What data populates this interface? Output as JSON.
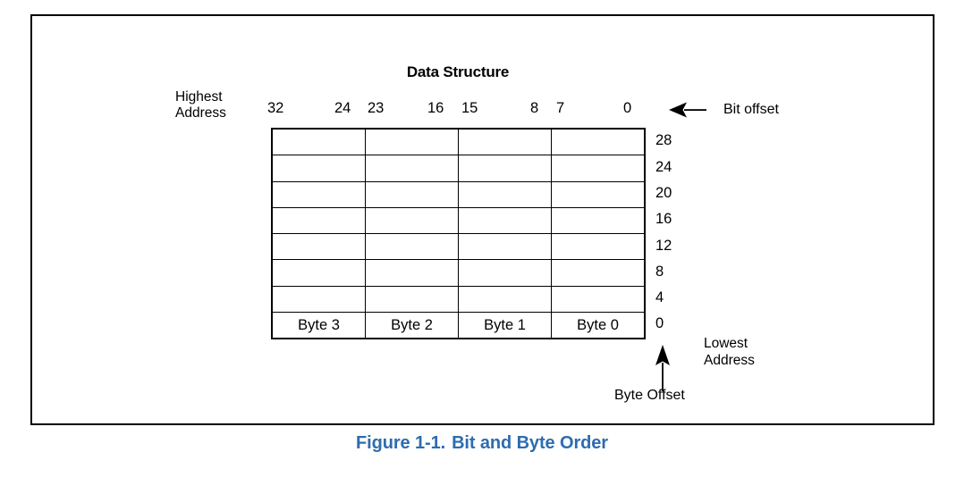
{
  "figure": {
    "title": "Data Structure",
    "caption_number": "Figure 1-1.",
    "caption_text": "Bit and Byte Order",
    "caption_color": "#2D6CB0"
  },
  "labels": {
    "highest_address_line1": "Highest",
    "highest_address_line2": "Address",
    "lowest_address_line1": "Lowest",
    "lowest_address_line2": "Address",
    "bit_offset": "Bit offset",
    "byte_offset": "Byte Offset"
  },
  "bit_numbers": [
    "32",
    "24",
    "23",
    "16",
    "15",
    "8",
    "7",
    "0"
  ],
  "bit_offsets": [
    "28",
    "24",
    "20",
    "16",
    "12",
    "8",
    "4",
    "0"
  ],
  "grid": {
    "rows": 8,
    "columns": 4,
    "empty_rows": [
      [
        "",
        "",
        "",
        ""
      ],
      [
        "",
        "",
        "",
        ""
      ],
      [
        "",
        "",
        "",
        ""
      ],
      [
        "",
        "",
        "",
        ""
      ],
      [
        "",
        "",
        "",
        ""
      ],
      [
        "",
        "",
        "",
        ""
      ],
      [
        "",
        "",
        "",
        ""
      ]
    ],
    "byte_row": [
      "Byte 3",
      "Byte 2",
      "Byte 1",
      "Byte 0"
    ]
  },
  "icons": {
    "bit_offset_arrow": "arrow-left-icon",
    "byte_offset_arrow": "arrow-up-icon"
  }
}
